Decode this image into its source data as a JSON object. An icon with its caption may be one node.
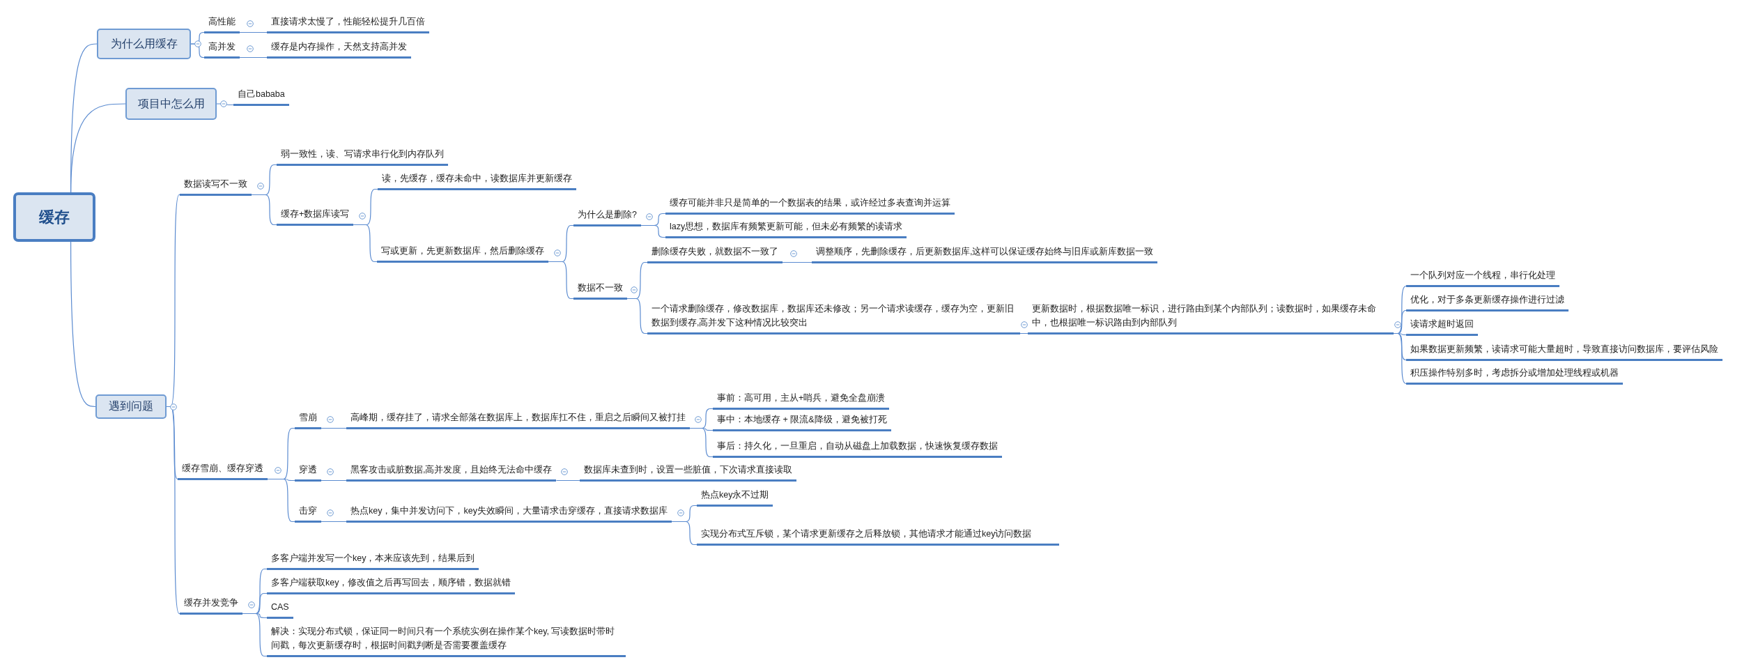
{
  "diagram": {
    "nodes": [
      {
        "text": [
          "缓存"
        ]
      },
      {
        "text": [
          "为什么用缓存"
        ]
      },
      {
        "text": [
          "高性能"
        ]
      },
      {
        "text": [
          "直接请求太慢了，性能轻松提升几百倍"
        ]
      },
      {
        "text": [
          "高并发"
        ]
      },
      {
        "text": [
          "缓存是内存操作，天然支持高并发"
        ]
      },
      {
        "text": [
          "项目中怎么用"
        ]
      },
      {
        "text": [
          "自己bababa"
        ]
      },
      {
        "text": [
          "遇到问题"
        ]
      },
      {
        "text": [
          "数据读写不一致"
        ]
      },
      {
        "text": [
          "弱一致性，读、写请求串行化到内存队列"
        ]
      },
      {
        "text": [
          "缓存+数据库读写"
        ]
      },
      {
        "text": [
          "读，先缓存，缓存未命中，读数据库并更新缓存"
        ]
      },
      {
        "text": [
          "写或更新，先更新数据库，然后删除缓存"
        ]
      },
      {
        "text": [
          "为什么是删除?"
        ]
      },
      {
        "text": [
          "缓存可能并非只是简单的一个数据表的结果，或许经过多表查询并运算"
        ]
      },
      {
        "text": [
          "lazy思想，数据库有频繁更新可能，但未必有频繁的读请求"
        ]
      },
      {
        "text": [
          "数据不一致"
        ]
      },
      {
        "text": [
          "删除缓存失败，就数据不一致了"
        ]
      },
      {
        "text": [
          "调整顺序，先删除缓存，后更新数据库,这样可以保证缓存始终与旧库或新库数据一致"
        ]
      },
      {
        "text": [
          "一个请求删除缓存，修改数据库，数据库还未修改；另一个请求读缓存，缓存为空，更新旧数据到缓存,高并发下这种情况比较突出"
        ]
      },
      {
        "text": [
          "更新数据时，根据数据唯一标识，进行路由到某个内部队列；读数据时，如果缓存未命中，也根据唯一标识路由到内部队列"
        ]
      },
      {
        "text": [
          "一个队列对应一个线程，串行化处理"
        ]
      },
      {
        "text": [
          "优化，对于多条更新缓存操作进行过滤"
        ]
      },
      {
        "text": [
          "读请求超时返回"
        ]
      },
      {
        "text": [
          "如果数据更新频繁，读请求可能大量超时，导致直接访问数据库，要评估风险"
        ]
      },
      {
        "text": [
          "积压操作特别多时，考虑拆分或增加处理线程或机器"
        ]
      },
      {
        "text": [
          "缓存雪崩、缓存穿透"
        ]
      },
      {
        "text": [
          "雪崩"
        ]
      },
      {
        "text": [
          "高峰期，缓存挂了，请求全部落在数据库上，数据库扛不住，重启之后瞬间又被打挂"
        ]
      },
      {
        "text": [
          "事前：高可用，主从+哨兵，避免全盘崩溃"
        ]
      },
      {
        "text": [
          "事中：本地缓存 + 限流&降级，避免被打死"
        ]
      },
      {
        "text": [
          "事后：持久化，一旦重启，自动从磁盘上加载数据，快速恢复缓存数据"
        ]
      },
      {
        "text": [
          "穿透"
        ]
      },
      {
        "text": [
          "黑客攻击或脏数据,高并发度，且始终无法命中缓存"
        ]
      },
      {
        "text": [
          "数据库未查到时，设置一些脏值，下次请求直接读取"
        ]
      },
      {
        "text": [
          "击穿"
        ]
      },
      {
        "text": [
          "热点key，集中并发访问下，key失效瞬间，大量请求击穿缓存，直接请求数据库"
        ]
      },
      {
        "text": [
          "热点key永不过期"
        ]
      },
      {
        "text": [
          "实现分布式互斥锁，某个请求更新缓存之后释放锁，其他请求才能通过key访问数据"
        ]
      },
      {
        "text": [
          "缓存并发竞争"
        ]
      },
      {
        "text": [
          "多客户端并发写一个key，本来应该先到，结果后到"
        ]
      },
      {
        "text": [
          "多客户端获取key，修改值之后再写回去，顺序错，数据就错"
        ]
      },
      {
        "text": [
          "CAS"
        ]
      },
      {
        "text": [
          "解决：实现分布式锁，保证同一时间只有一个系统实例在操作某个key, 写读数据时带时间戳，每次更新缓存时，根据时间戳判断是否需要覆盖缓存"
        ]
      }
    ],
    "edges": [
      {
        "from": 0,
        "to": 1,
        "arrow": "none"
      },
      {
        "from": 1,
        "to": 2,
        "arrow": "none"
      },
      {
        "from": 2,
        "to": 3,
        "arrow": "none"
      },
      {
        "from": 1,
        "to": 4,
        "arrow": "none"
      },
      {
        "from": 4,
        "to": 5,
        "arrow": "none"
      },
      {
        "from": 0,
        "to": 6,
        "arrow": "none"
      },
      {
        "from": 6,
        "to": 7,
        "arrow": "none"
      },
      {
        "from": 0,
        "to": 8,
        "arrow": "none"
      },
      {
        "from": 8,
        "to": 9,
        "arrow": "none"
      },
      {
        "from": 9,
        "to": 10,
        "arrow": "none"
      },
      {
        "from": 9,
        "to": 11,
        "arrow": "none"
      },
      {
        "from": 11,
        "to": 12,
        "arrow": "none"
      },
      {
        "from": 11,
        "to": 13,
        "arrow": "none"
      },
      {
        "from": 13,
        "to": 14,
        "arrow": "none"
      },
      {
        "from": 14,
        "to": 15,
        "arrow": "none"
      },
      {
        "from": 14,
        "to": 16,
        "arrow": "none"
      },
      {
        "from": 13,
        "to": 17,
        "arrow": "none"
      },
      {
        "from": 17,
        "to": 18,
        "arrow": "none"
      },
      {
        "from": 18,
        "to": 19,
        "arrow": "none"
      },
      {
        "from": 17,
        "to": 20,
        "arrow": "none"
      },
      {
        "from": 20,
        "to": 21,
        "arrow": "none"
      },
      {
        "from": 21,
        "to": 22,
        "arrow": "none"
      },
      {
        "from": 21,
        "to": 23,
        "arrow": "none"
      },
      {
        "from": 21,
        "to": 24,
        "arrow": "none"
      },
      {
        "from": 21,
        "to": 25,
        "arrow": "none"
      },
      {
        "from": 21,
        "to": 26,
        "arrow": "none"
      },
      {
        "from": 8,
        "to": 27,
        "arrow": "none"
      },
      {
        "from": 27,
        "to": 28,
        "arrow": "none"
      },
      {
        "from": 28,
        "to": 29,
        "arrow": "none"
      },
      {
        "from": 29,
        "to": 30,
        "arrow": "none"
      },
      {
        "from": 29,
        "to": 31,
        "arrow": "none"
      },
      {
        "from": 29,
        "to": 32,
        "arrow": "none"
      },
      {
        "from": 27,
        "to": 33,
        "arrow": "none"
      },
      {
        "from": 33,
        "to": 34,
        "arrow": "none"
      },
      {
        "from": 34,
        "to": 35,
        "arrow": "none"
      },
      {
        "from": 27,
        "to": 36,
        "arrow": "none"
      },
      {
        "from": 36,
        "to": 37,
        "arrow": "none"
      },
      {
        "from": 37,
        "to": 38,
        "arrow": "none"
      },
      {
        "from": 37,
        "to": 39,
        "arrow": "none"
      },
      {
        "from": 8,
        "to": 40,
        "arrow": "none"
      },
      {
        "from": 40,
        "to": 41,
        "arrow": "none"
      },
      {
        "from": 40,
        "to": 42,
        "arrow": "none"
      },
      {
        "from": 40,
        "to": 43,
        "arrow": "none"
      },
      {
        "from": 40,
        "to": 44,
        "arrow": "none"
      }
    ]
  }
}
